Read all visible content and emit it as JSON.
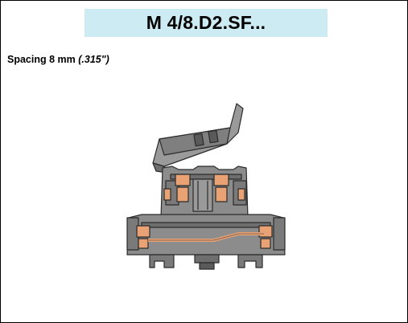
{
  "header": {
    "title": "M 4/8.D2.SF..."
  },
  "spec": {
    "spacing_label": "Spacing 8 mm",
    "spacing_imperial": "(.315\")"
  },
  "colors": {
    "title_background": "#cdebf3",
    "housing": "#8c8c8c",
    "housing_dark": "#5a5a5a",
    "contact": "#e8a274",
    "outline": "#2b2b2b"
  },
  "icons": {
    "product": "terminal-block-fuse-holder"
  }
}
